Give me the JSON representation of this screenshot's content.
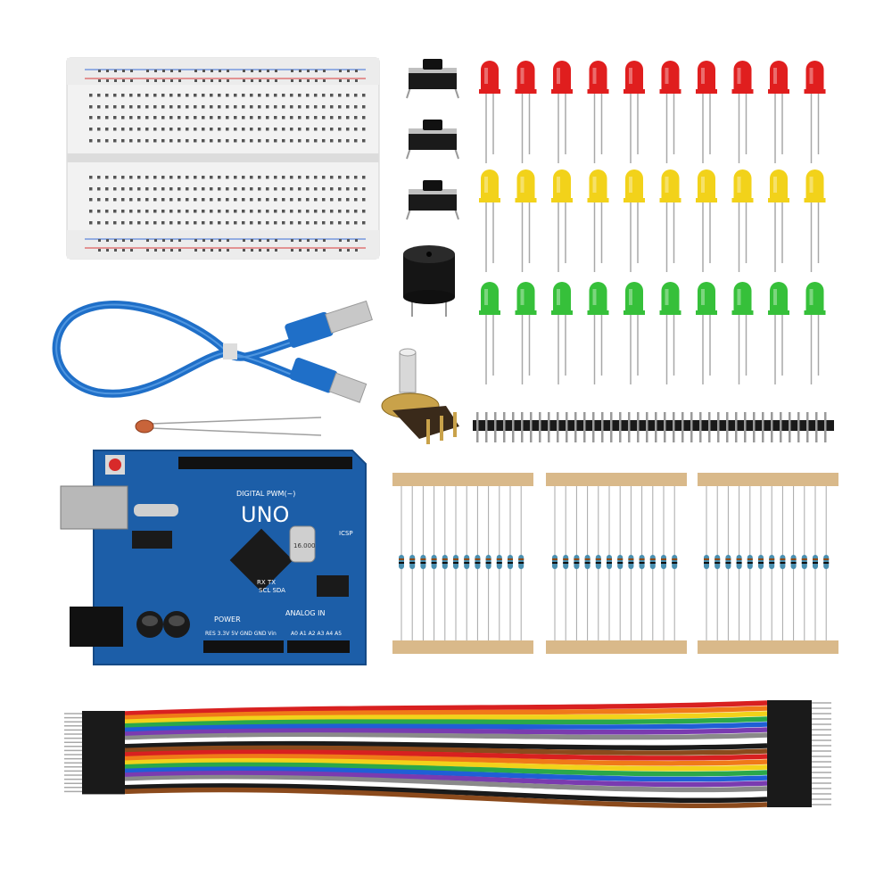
{
  "scene": {
    "description_free": true,
    "background": "#ffffff"
  },
  "uno_board": {
    "model_label": "UNO",
    "header_digital": "DIGITAL PWM(~)",
    "header_power": "POWER",
    "header_analog": "ANALOG IN",
    "header_icsp": "ICSP",
    "labels_top": "SCL SDA",
    "labels_tx": "TX",
    "labels_rx": "RX",
    "labels_power_pins": "RES 3.3V 5V GND GND Vin",
    "labels_analog_pins": "A0 A1 A2 A3 A4 A5",
    "crystal_label": "16.000",
    "color": "#1c5ea8"
  },
  "led_rows": [
    {
      "color_name": "red",
      "color": "#e01e1e",
      "count": 10
    },
    {
      "color_name": "yellow",
      "color": "#f2d21a",
      "count": 10
    },
    {
      "color_name": "green",
      "color": "#36c03a",
      "count": 10
    }
  ],
  "resistor_banks": [
    {
      "count": 12
    },
    {
      "count": 12
    },
    {
      "count": 12
    }
  ],
  "jumper_colors": [
    "#d82020",
    "#f07a18",
    "#f2d21a",
    "#2aa84a",
    "#1f5fd6",
    "#7a3bb0",
    "#8a8a8a",
    "#ffffff",
    "#1a1a1a",
    "#8b4a1c"
  ],
  "push_button_count": 3
}
